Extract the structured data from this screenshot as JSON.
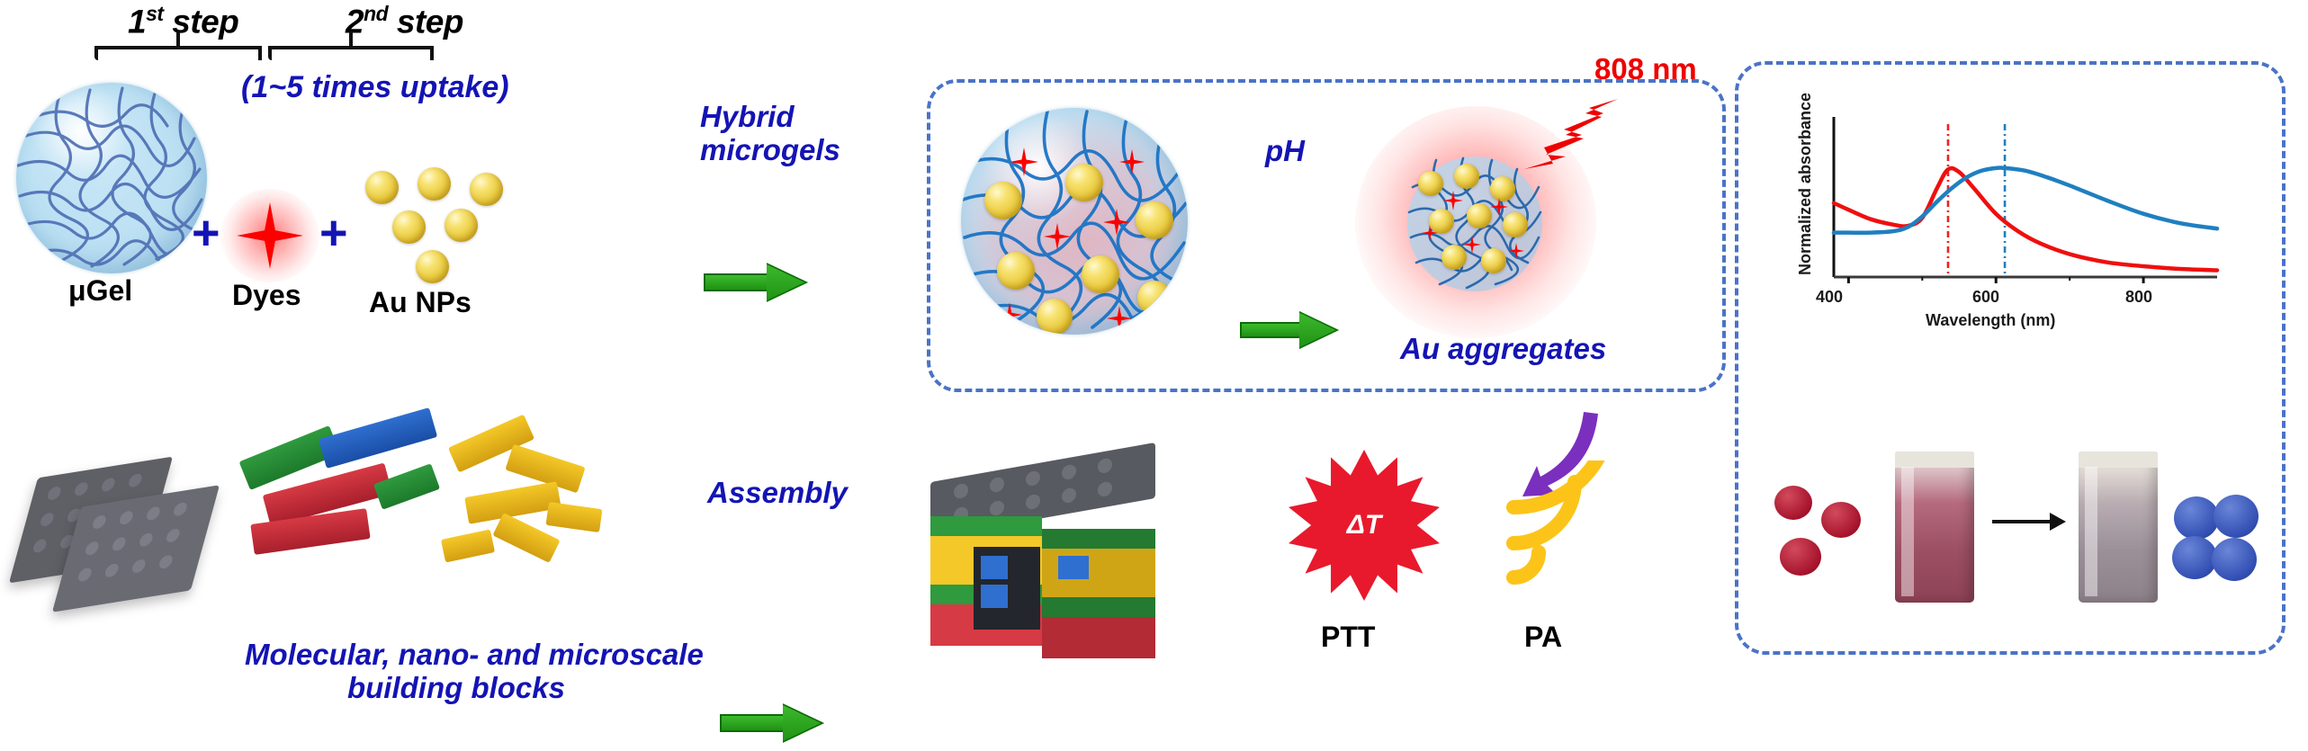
{
  "figure": {
    "title": "Hybrid microgel synthesis and photothermal / photoacoustic application schematic",
    "colors": {
      "blue_text": "#1414b4",
      "black_text": "#000000",
      "red_text": "#ef0000",
      "green_arrow": "#2aa31c",
      "purple_arrow": "#7b2fbe",
      "dashed_border": "#4a73c8",
      "gold": "#e9c93c",
      "microgel_blue": "#bbe0f3",
      "burst_red": "#e8192c",
      "pa_yellow": "#fcc419"
    }
  },
  "steps": {
    "first": {
      "number": "1",
      "ordinal": "st",
      "word": "step"
    },
    "second": {
      "number": "2",
      "ordinal": "nd",
      "word": "step"
    },
    "uptake_note": "(1~5 times uptake)"
  },
  "reactants": {
    "microgel_label": "μGel",
    "plus_1": "+",
    "dyes_label": "Dyes",
    "plus_2": "+",
    "aunp_label": "Au NPs"
  },
  "arrows": {
    "hybrid_microgels": "Hybrid\nmicrogels",
    "hybrid_microgels_line1": "Hybrid",
    "hybrid_microgels_line2": "microgels",
    "ph": "pH",
    "assembly": "Assembly"
  },
  "center_panel": {
    "au_aggregates_label": "Au aggregates",
    "laser_label": "808 nm"
  },
  "bottom_row": {
    "building_blocks_line1": "Molecular, nano- and microscale",
    "building_blocks_line2": "building blocks",
    "ptt_label": "PTT",
    "pa_label": "PA",
    "delta_t": "ΔT"
  },
  "chart_data": {
    "type": "line",
    "title": "",
    "xlabel": "Wavelength (nm)",
    "ylabel": "Normalized absorbance",
    "xlim": [
      380,
      900
    ],
    "ylim": [
      0,
      1.15
    ],
    "xticks": [
      400,
      600,
      800
    ],
    "xtick_labels": [
      "400",
      "600",
      "800"
    ],
    "xminor_ticks": [
      500,
      700
    ],
    "yticks": [],
    "grid": false,
    "legend": "none",
    "annotations": [
      {
        "label": "dispersed peak marker",
        "type": "vline",
        "x": 535,
        "color": "#ef2020",
        "style": "dash-dot"
      },
      {
        "label": "aggregated peak marker",
        "type": "vline",
        "x": 612,
        "color": "#1f7fc0",
        "style": "dash-dot"
      }
    ],
    "series": [
      {
        "name": "Au NPs dispersed (red)",
        "color": "#ef0f0f",
        "peak_nm": 535,
        "x": [
          380,
          400,
          430,
          460,
          480,
          500,
          520,
          535,
          550,
          570,
          600,
          630,
          660,
          700,
          750,
          800,
          850,
          900
        ],
        "y": [
          0.55,
          0.5,
          0.43,
          0.39,
          0.38,
          0.44,
          0.66,
          0.8,
          0.78,
          0.66,
          0.47,
          0.34,
          0.25,
          0.17,
          0.11,
          0.08,
          0.06,
          0.05
        ]
      },
      {
        "name": "Au aggregates (blue)",
        "color": "#1f7fc0",
        "peak_nm": 612,
        "x": [
          380,
          400,
          430,
          460,
          480,
          500,
          520,
          540,
          560,
          580,
          600,
          612,
          640,
          670,
          700,
          750,
          800,
          850,
          900
        ],
        "y": [
          0.33,
          0.33,
          0.33,
          0.34,
          0.37,
          0.45,
          0.56,
          0.66,
          0.74,
          0.79,
          0.81,
          0.81,
          0.79,
          0.74,
          0.68,
          0.57,
          0.47,
          0.4,
          0.36
        ]
      }
    ]
  },
  "photo_panel": {
    "left_sample_name": "dispersed Au NP droplets",
    "left_vial_name": "pink solution vial",
    "transition_arrow": "→",
    "right_vial_name": "gray solution vial",
    "right_sample_name": "aggregated Au cluster"
  }
}
